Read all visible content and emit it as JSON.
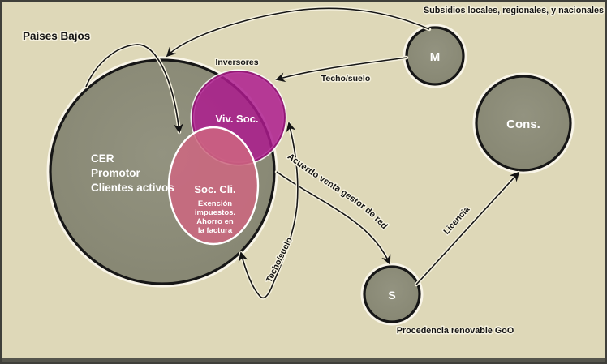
{
  "diagram_title": "Países Bajos",
  "top_label": "Subsidios locales, regionales, y nacionales",
  "nodes": {
    "cer": {
      "lines": [
        "CER",
        "Promotor",
        "Clientes activos"
      ]
    },
    "viv_soc": {
      "label": "Viv. Soc.",
      "tag": "Inversores"
    },
    "soc_cli": {
      "label": "Soc. Cli.",
      "benefit_lines": [
        "Exención",
        "impuestos.",
        "Ahorro en",
        "la factura"
      ]
    },
    "m": {
      "label": "M"
    },
    "cons": {
      "label": "Cons."
    },
    "s": {
      "label": "S",
      "caption": "Procedencia renovable GoO"
    }
  },
  "edges": {
    "techo_suelo_upper": "Techo/suelo",
    "techo_suelo_lower": "Techo/suelo",
    "acuerdo": "Acuerdo venta gestor de red",
    "licencia": "Licencia"
  },
  "colors": {
    "background": "#ded8b8",
    "node_fill": "#8e8e7b",
    "viv_soc_fill": "#ad1a8e",
    "soc_cli_fill": "#ce6680",
    "outline": "#1a1a1a",
    "frame_bottom": "#55554c"
  }
}
